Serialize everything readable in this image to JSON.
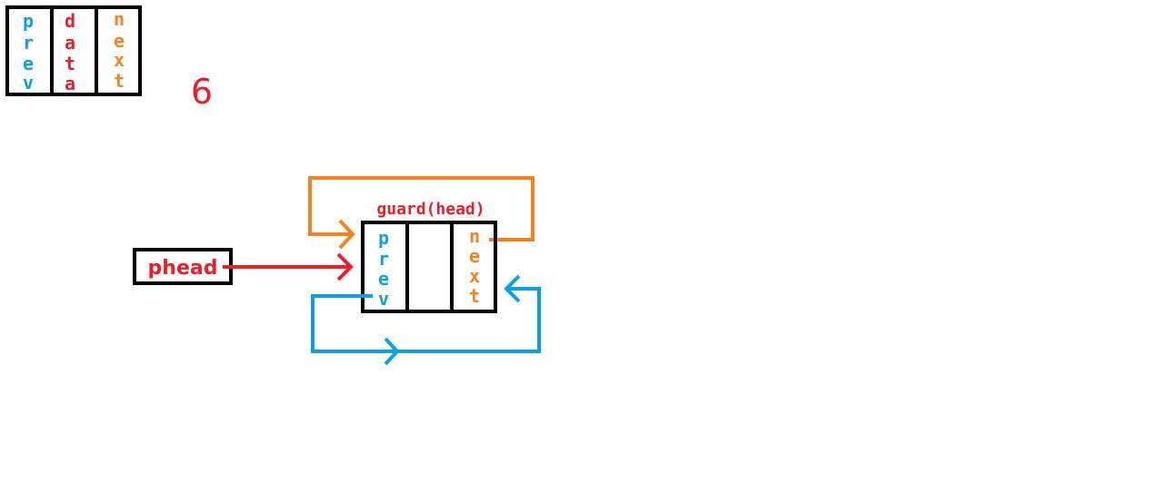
{
  "colors": {
    "black": "#000000",
    "prev": "#0aa0e2",
    "data": "#e8202a",
    "next": "#f58220",
    "pointer": "#e8202a"
  },
  "legend": {
    "prev_letters": [
      "p",
      "r",
      "e",
      "v"
    ],
    "data_letters": [
      "d",
      "a",
      "t",
      "a"
    ],
    "next_letters": [
      "n",
      "e",
      "x",
      "t"
    ]
  },
  "count_label": "6",
  "pointer_label": "phead",
  "guard": {
    "title": "guard(head)",
    "prev_letters": [
      "p",
      "r",
      "e",
      "v"
    ],
    "next_letters": [
      "n",
      "e",
      "x",
      "t"
    ]
  }
}
